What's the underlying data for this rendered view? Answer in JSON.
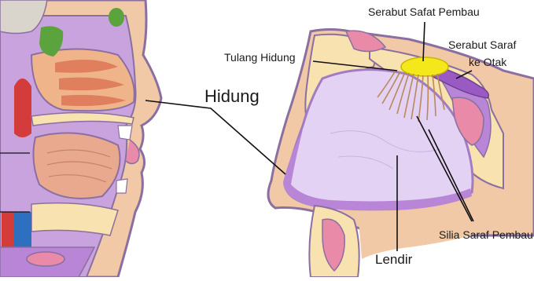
{
  "labels": {
    "top_title_fragment": "",
    "serabut_sel_pembau": "Serabut Safat Pembau",
    "serabut_saraf_ke_otak_line1": "Serabut Saraf",
    "serabut_saraf_ke_otak_line2": "ke Otak",
    "tulang_hidung": "Tulang Hidung",
    "hidung": "Hidung",
    "silia_saraf_pembau": "Silia Saraf Pembau",
    "lendir": "Lendir"
  },
  "colors": {
    "skin": "#f1c9a6",
    "skin_outline": "#8a6fa0",
    "tissue_purple": "#b985d6",
    "cavity_lilac": "#e4d2f4",
    "bone_cream": "#f7e2b0",
    "bulb_yellow": "#f4e81a",
    "pink_flesh": "#e98aa8",
    "tongue": "#e9a98f",
    "leader_line": "#111111"
  }
}
